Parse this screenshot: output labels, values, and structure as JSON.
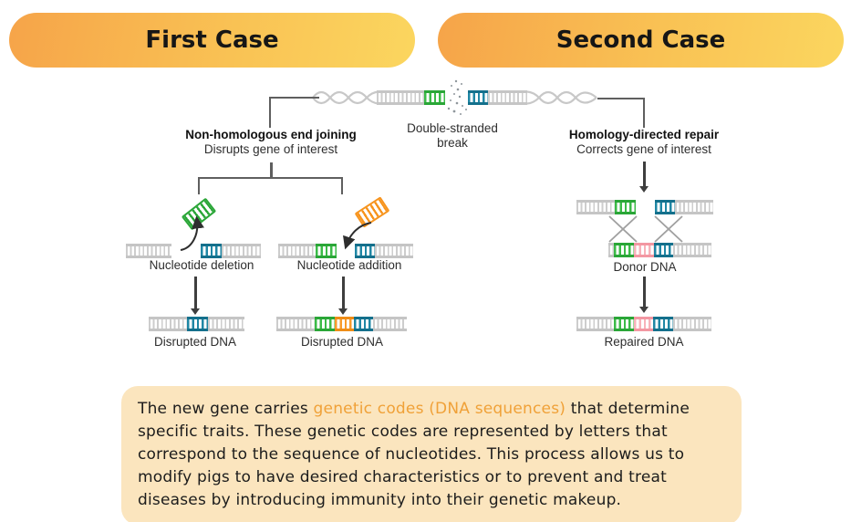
{
  "header": {
    "first_case": "First Case",
    "second_case": "Second Case"
  },
  "diagram": {
    "break_label_line1": "Double-stranded",
    "break_label_line2": "break",
    "nhej_title": "Non-homologous end joining",
    "nhej_subtitle": "Disrupts gene of interest",
    "hdr_title": "Homology-directed repair",
    "hdr_subtitle": "Corrects gene of interest",
    "deletion_label": "Nucleotide deletion",
    "addition_label": "Nucleotide addition",
    "deletion_result_label": "Disrupted DNA",
    "addition_result_label": "Disrupted DNA",
    "donor_label": "Donor DNA",
    "repaired_label": "Repaired DNA"
  },
  "note": {
    "line1_before": "The new gene carries ",
    "line1_highlight": "genetic codes (DNA sequences)",
    "line1_after": " that determine",
    "line2": "specific traits. These genetic codes are represented by letters that",
    "line3": "correspond to the sequence of nucleotides. This process allows us to",
    "line4": "modify pigs to have desired characteristics or to prevent and treat",
    "line5": "diseases by introducing immunity into their genetic makeup."
  },
  "colors": {
    "header_gradient_start": "#f6a449",
    "header_gradient_end": "#fbd65f",
    "note_background": "#fbe5be",
    "note_highlight": "#f0a138",
    "dna_green": "#3bbb47",
    "dna_teal": "#1f87a5",
    "dna_orange": "#f89b2b",
    "dna_pink": "#f8b2ba",
    "dna_gray": "#cdcdcd"
  }
}
